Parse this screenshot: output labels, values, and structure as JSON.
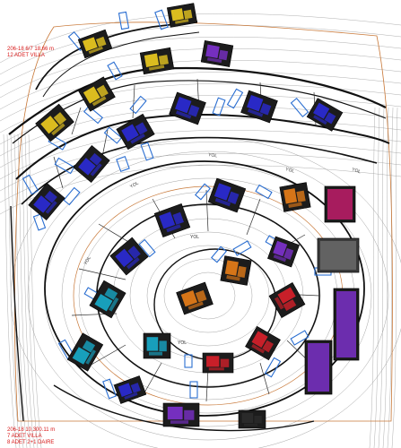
{
  "map": {
    "parcel_labels": {
      "top_block_line1": "206-18 6/7 18.66 m",
      "top_block_line2": "12 ADET VILLA",
      "bottom_block_line1": "206-18 10,300.11 m",
      "bottom_block_line2": "7 ADET VILLA",
      "bottom_block_line3": "8 ADET 2+1 DAIRE"
    },
    "road_label": "YOL",
    "colors": {
      "contour": "#9a9a9a",
      "road": "#111111",
      "parcel_boundary": "#2e2e2e",
      "site_boundary": "#c87838",
      "parking": "#2a6ed1",
      "label": "#d81818",
      "building_palette": [
        "#e6c520",
        "#2a2ad0",
        "#18a6c4",
        "#e07a18",
        "#7a30c8",
        "#c01c6a",
        "#d2202a",
        "#2b2b2b"
      ]
    }
  }
}
